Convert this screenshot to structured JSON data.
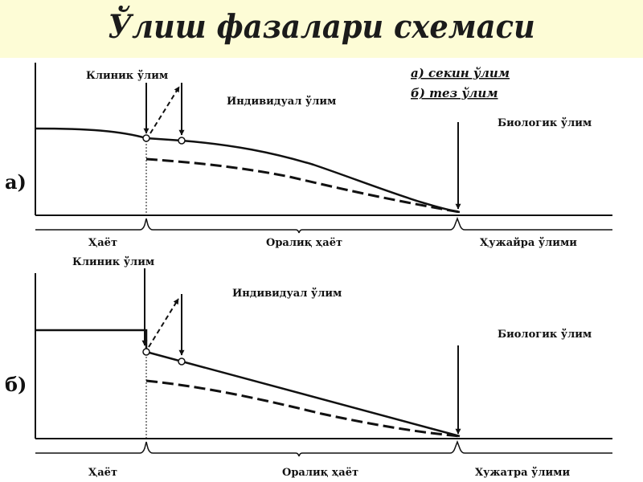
{
  "title": "Ўлиш фазалари схемаси",
  "legend": {
    "slow": "а) секин ўлим",
    "fast": "б) тез ўлим"
  },
  "diagram_a": {
    "section_label": "а)",
    "clinical_death": "Клиник ўлим",
    "individual_death": "Индивидуал ўлим",
    "biological_death": "Биологик ўлим",
    "phase_life": "Ҳаёт",
    "phase_intermediate": "Оралиқ ҳаёт",
    "phase_cell_death": "Ҳужайра ўлими"
  },
  "diagram_b": {
    "section_label": "б)",
    "clinical_death": "Клиник ўлим",
    "individual_death": "Индивидуал ўлим",
    "biological_death": "Биологик ўлим",
    "phase_life": "Ҳаёт",
    "phase_intermediate": "Оралиқ ҳаёт",
    "phase_cell_death": "Хужатра ўлими"
  }
}
